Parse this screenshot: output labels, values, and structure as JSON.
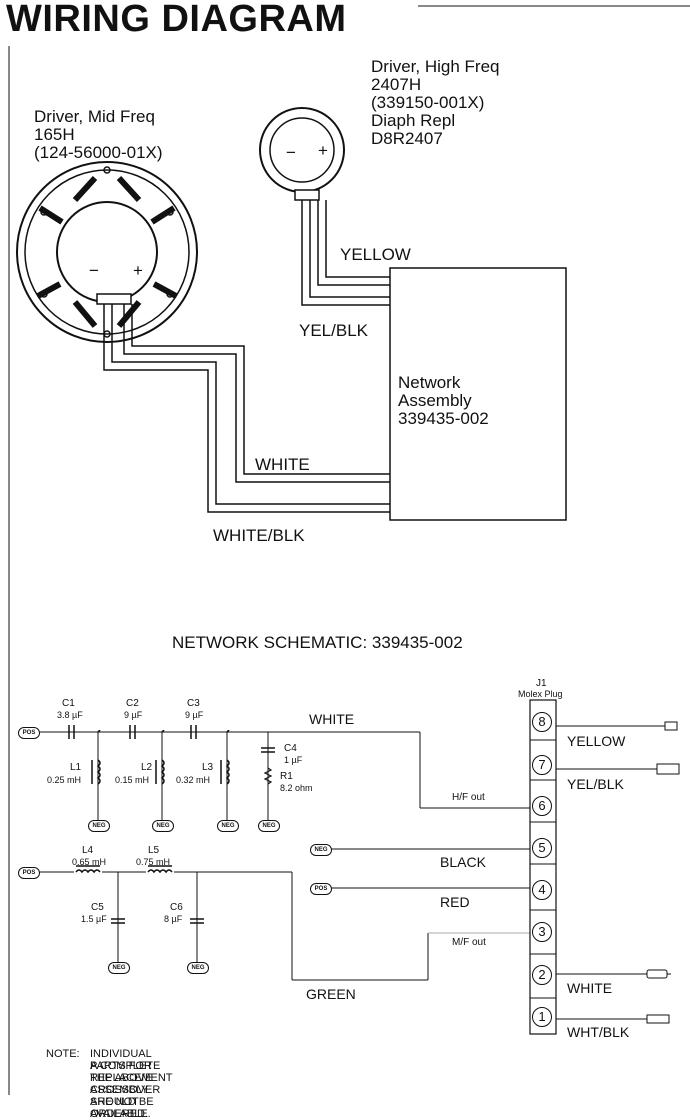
{
  "title": "WIRING DIAGRAM",
  "drivers": {
    "mid": {
      "line1": "Driver, Mid Freq",
      "line2": "165H",
      "line3": "(124-56000-01X)"
    },
    "high": {
      "line1": "Driver, High Freq",
      "line2": "2407H",
      "line3": "(339150-001X)",
      "line4": "Diaph Repl",
      "line5": "D8R2407"
    },
    "minus_sign": "−",
    "plus_sign": "+"
  },
  "wires": {
    "yellow": "YELLOW",
    "yel_blk": "YEL/BLK",
    "white": "WHITE",
    "white_blk": "WHITE/BLK"
  },
  "network": {
    "line1": "Network",
    "line2": "Assembly",
    "line3": "339435-002"
  },
  "schematic": {
    "heading": "NETWORK SCHEMATIC: 339435-002",
    "components": {
      "c1": {
        "name": "C1",
        "value": "3.8 µF"
      },
      "c2": {
        "name": "C2",
        "value": "9 µF"
      },
      "c3": {
        "name": "C3",
        "value": "9 µF"
      },
      "c4": {
        "name": "C4",
        "value": "1 µF"
      },
      "r1": {
        "name": "R1",
        "value": "8.2 ohm"
      },
      "l1": {
        "name": "L1",
        "value": "0.25 mH"
      },
      "l2": {
        "name": "L2",
        "value": "0.15 mH"
      },
      "l3": {
        "name": "L3",
        "value": "0.32 mH"
      },
      "l4": {
        "name": "L4",
        "value": "0.65 mH"
      },
      "l5": {
        "name": "L5",
        "value": "0.75 mH"
      },
      "c5": {
        "name": "C5",
        "value": "1.5 µF"
      },
      "c6": {
        "name": "C6",
        "value": "8 µF"
      }
    },
    "terminals": {
      "pos": "POS",
      "neg": "NEG"
    },
    "connector": {
      "name": "J1",
      "type": "Molex Plug"
    },
    "pins": [
      "1",
      "2",
      "3",
      "4",
      "5",
      "6",
      "7",
      "8"
    ],
    "labels": {
      "white": "WHITE",
      "hf_out": "H/F out",
      "black": "BLACK",
      "red": "RED",
      "mf_out": "M/F out",
      "green": "GREEN",
      "yellow": "YELLOW",
      "yel_blk": "YEL/BLK",
      "white_out": "WHITE",
      "wht_blk": "WHT/BLK"
    }
  },
  "note": {
    "label": "NOTE:",
    "line1": "INDIVIDUAL PARTS FOR THE ABOVE CROSSOVER ARE NOT AVAILABLE.",
    "line2": "A COMPLETE REPLACEMENT ASSEMBLY SHOULD BE ORDERED."
  }
}
